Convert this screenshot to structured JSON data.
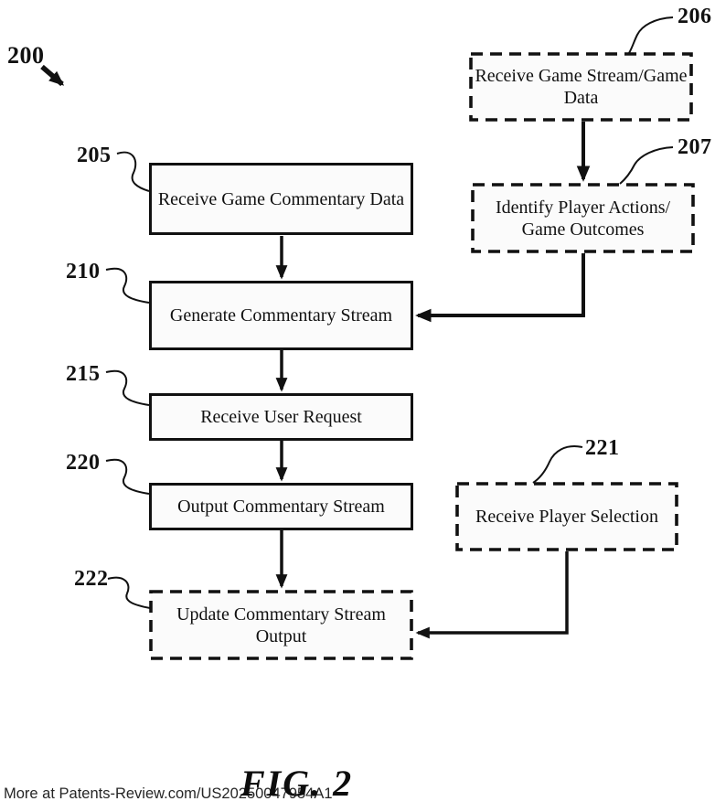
{
  "figure": {
    "diagram_ref": "200",
    "caption": "FIG. 2",
    "watermark": "More at Patents-Review.com/US20250047954A1",
    "colors": {
      "ink": "#111111",
      "background": "#ffffff",
      "box_fill": "#fbfbfb"
    },
    "nodes": {
      "n205": {
        "ref": "205",
        "style": "solid",
        "lines": [
          "Receive Game Commentary Data"
        ]
      },
      "n206": {
        "ref": "206",
        "style": "dashed",
        "lines": [
          "Receive Game Stream/Game",
          "Data"
        ]
      },
      "n207": {
        "ref": "207",
        "style": "dashed",
        "lines": [
          "Identify Player Actions/",
          "Game Outcomes"
        ]
      },
      "n210": {
        "ref": "210",
        "style": "solid",
        "lines": [
          "Generate Commentary Stream"
        ]
      },
      "n215": {
        "ref": "215",
        "style": "solid",
        "lines": [
          "Receive User Request"
        ]
      },
      "n220": {
        "ref": "220",
        "style": "solid",
        "lines": [
          "Output Commentary Stream"
        ]
      },
      "n221": {
        "ref": "221",
        "style": "dashed",
        "lines": [
          "Receive Player Selection"
        ]
      },
      "n222": {
        "ref": "222",
        "style": "dashed",
        "lines": [
          "Update Commentary Stream",
          "Output"
        ]
      }
    },
    "edges": [
      {
        "from": "206",
        "to": "207"
      },
      {
        "from": "207",
        "to": "210"
      },
      {
        "from": "205",
        "to": "210"
      },
      {
        "from": "210",
        "to": "215"
      },
      {
        "from": "215",
        "to": "220"
      },
      {
        "from": "220",
        "to": "222"
      },
      {
        "from": "221",
        "to": "222"
      }
    ]
  }
}
